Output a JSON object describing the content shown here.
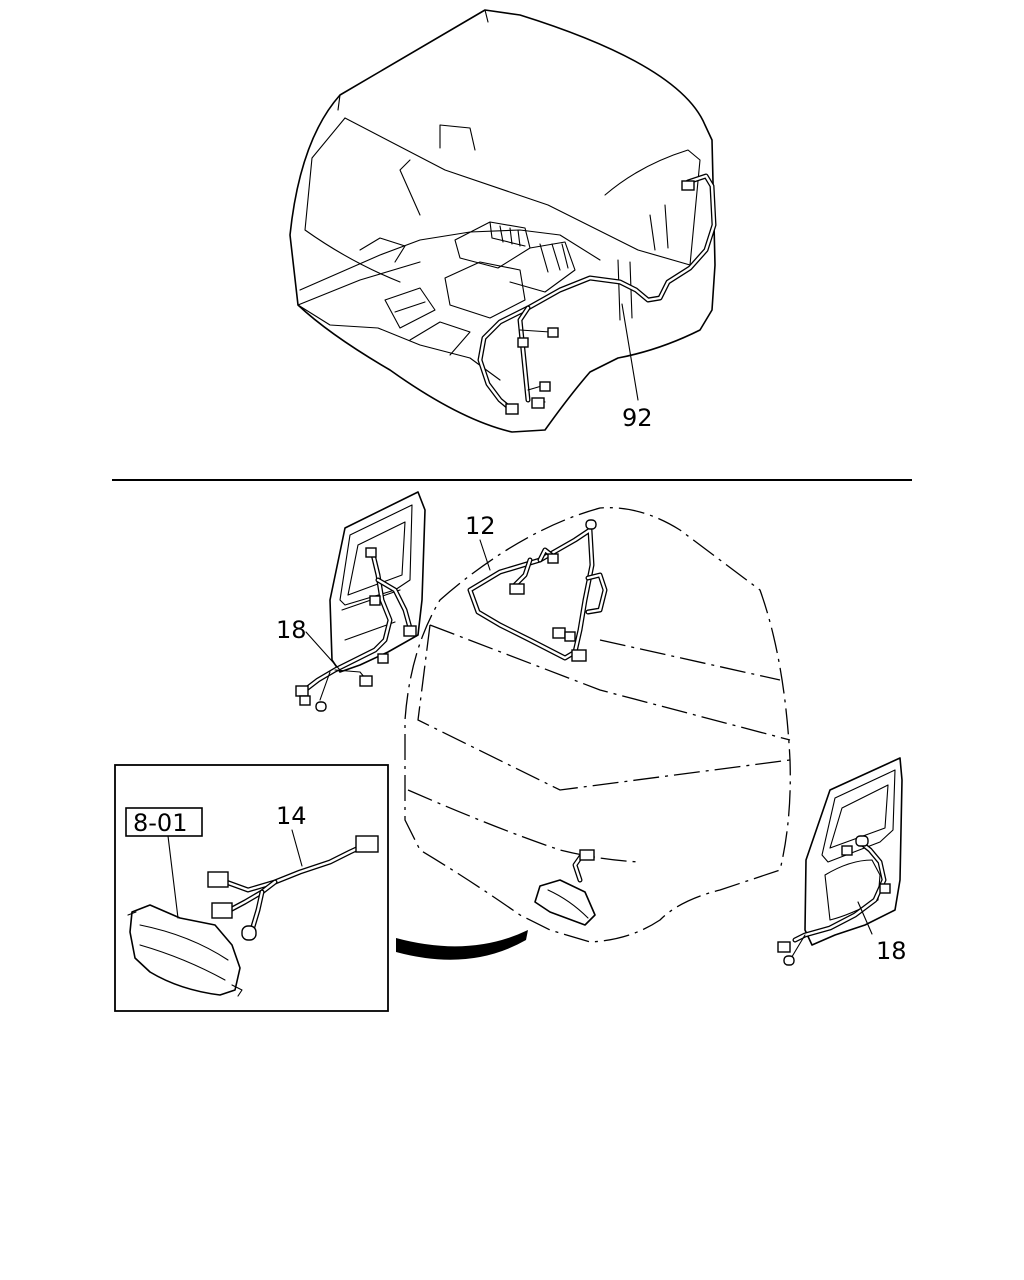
{
  "callouts": {
    "harness_upper": "92",
    "harness_roof": "12",
    "harness_door_left": "18",
    "harness_lamp": "14",
    "harness_door_right": "18",
    "ref_box": "8-01"
  },
  "colors": {
    "line": "#000000",
    "background": "#ffffff"
  }
}
